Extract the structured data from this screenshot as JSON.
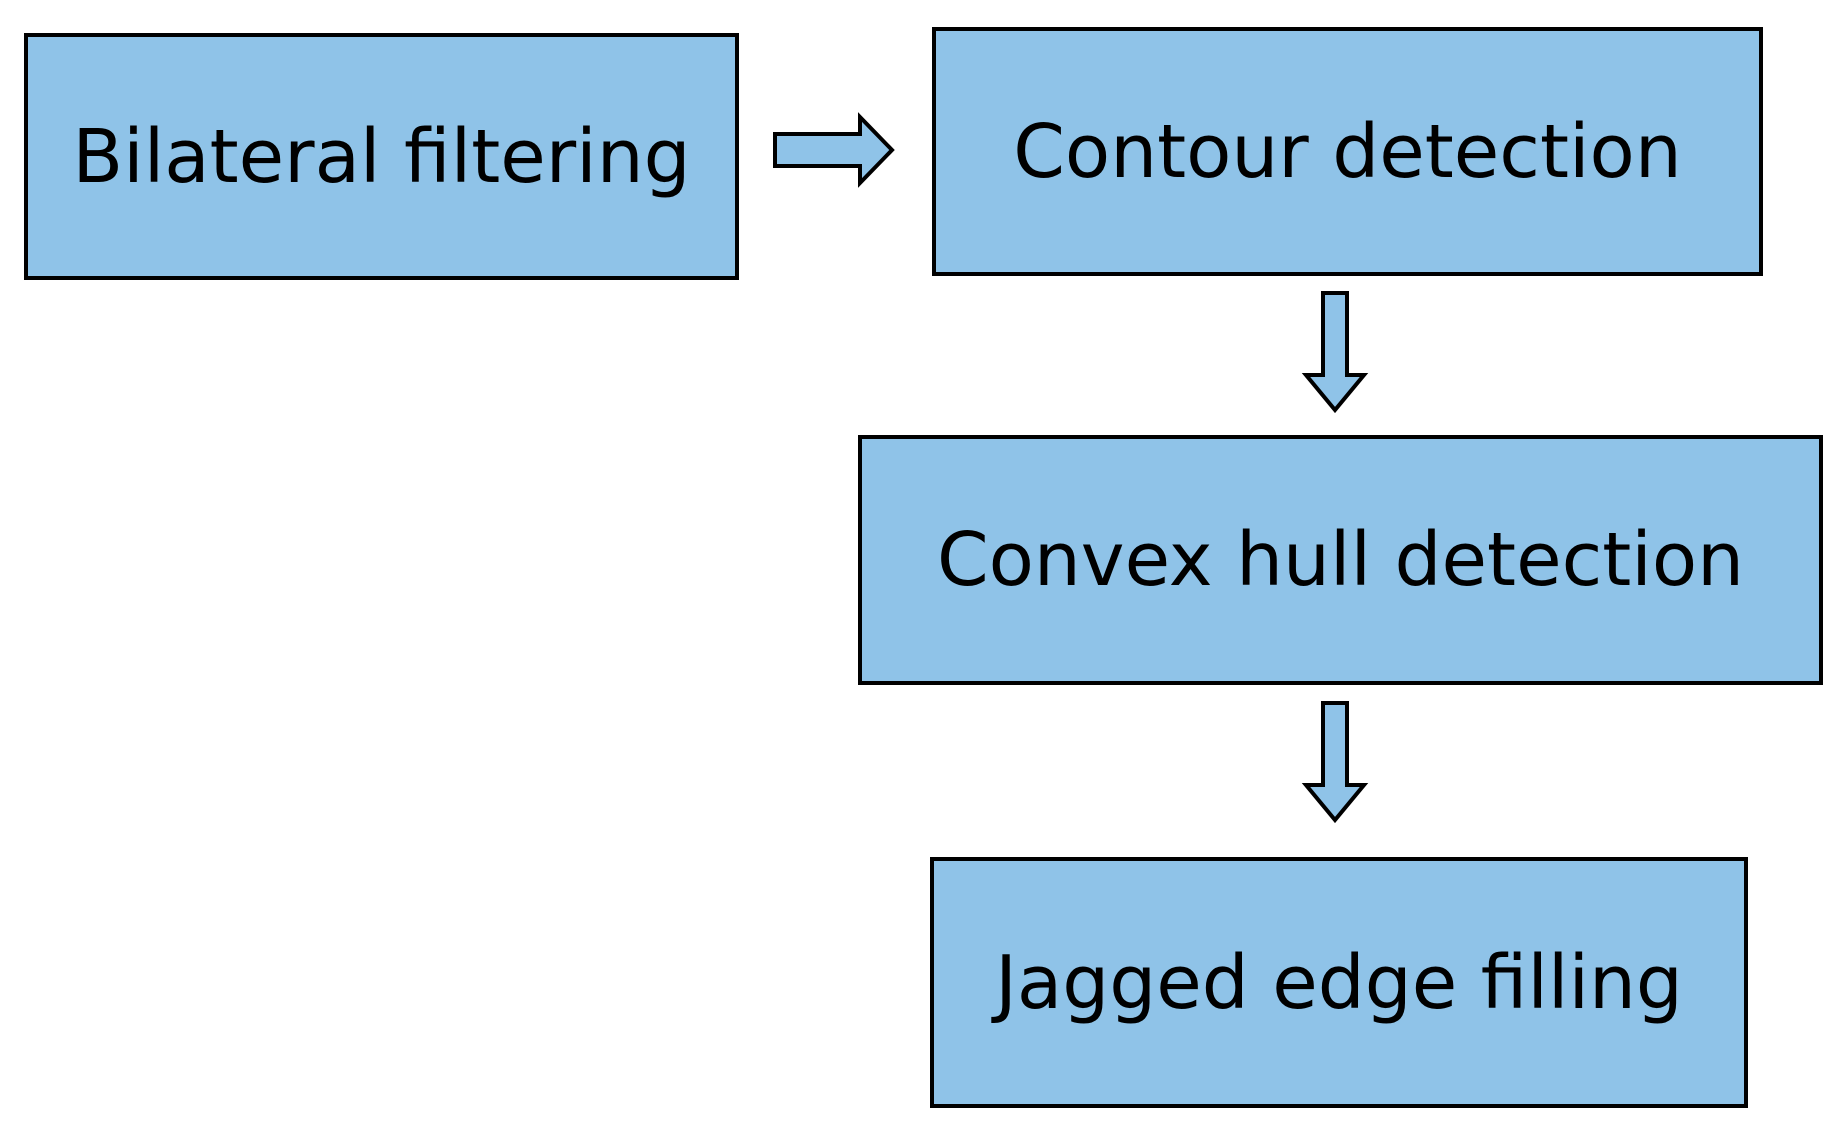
{
  "diagram": {
    "nodes": [
      {
        "id": "bilateral",
        "label": "Bilateral filtering"
      },
      {
        "id": "contour",
        "label": "Contour detection"
      },
      {
        "id": "convex",
        "label": "Convex hull detection"
      },
      {
        "id": "jagged",
        "label": "Jagged edge filling"
      }
    ],
    "edges": [
      {
        "from": "bilateral",
        "to": "contour"
      },
      {
        "from": "contour",
        "to": "convex"
      },
      {
        "from": "convex",
        "to": "jagged"
      }
    ],
    "colors": {
      "box_fill": "#8fc3e8",
      "border": "#000000",
      "text": "#000000"
    }
  }
}
